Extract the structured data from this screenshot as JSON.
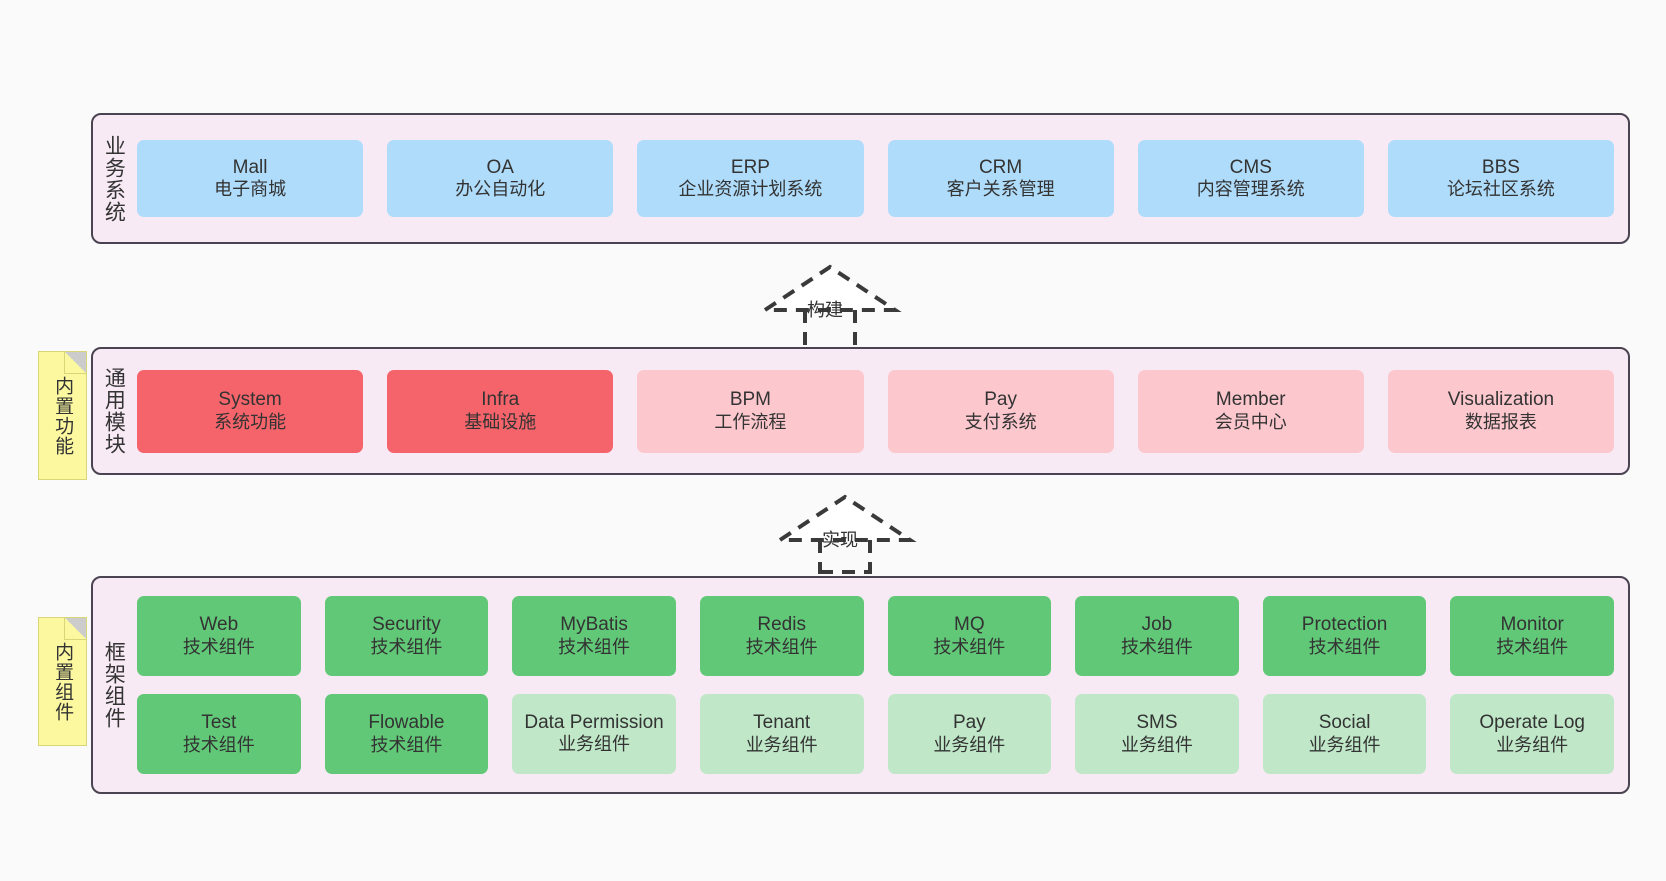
{
  "diagram": {
    "title": "系统架构分层图",
    "background": "#fafafa",
    "layer_fill": "#f8eaf4",
    "layer_border": "#4a4452",
    "note_fill": "#fbf8a0",
    "colors": {
      "blue": "#afdcfa",
      "red_strong": "#f4646a",
      "red_light": "#fcc8ce",
      "green_strong": "#61c878",
      "green_light": "#c0e8c8"
    }
  },
  "layers": [
    {
      "id": "business-system",
      "title": "业务系统",
      "note": null,
      "rows": [
        {
          "cards": [
            {
              "title": "Mall",
              "sub": "电子商城",
              "color": "blue"
            },
            {
              "title": "OA",
              "sub": "办公自动化",
              "color": "blue"
            },
            {
              "title": "ERP",
              "sub": "企业资源计划系统",
              "color": "blue"
            },
            {
              "title": "CRM",
              "sub": "客户关系管理",
              "color": "blue"
            },
            {
              "title": "CMS",
              "sub": "内容管理系统",
              "color": "blue"
            },
            {
              "title": "BBS",
              "sub": "论坛社区系统",
              "color": "blue"
            }
          ]
        }
      ]
    },
    {
      "id": "common-module",
      "title": "通用模块",
      "note": "内置功能",
      "rows": [
        {
          "cards": [
            {
              "title": "System",
              "sub": "系统功能",
              "color": "red_strong"
            },
            {
              "title": "Infra",
              "sub": "基础设施",
              "color": "red_strong"
            },
            {
              "title": "BPM",
              "sub": "工作流程",
              "color": "red_light"
            },
            {
              "title": "Pay",
              "sub": "支付系统",
              "color": "red_light"
            },
            {
              "title": "Member",
              "sub": "会员中心",
              "color": "red_light"
            },
            {
              "title": "Visualization",
              "sub": "数据报表",
              "color": "red_light"
            }
          ]
        }
      ]
    },
    {
      "id": "framework-component",
      "title": "框架组件",
      "note": "内置组件",
      "rows": [
        {
          "cards": [
            {
              "title": "Web",
              "sub": "技术组件",
              "color": "green_strong"
            },
            {
              "title": "Security",
              "sub": "技术组件",
              "color": "green_strong"
            },
            {
              "title": "MyBatis",
              "sub": "技术组件",
              "color": "green_strong"
            },
            {
              "title": "Redis",
              "sub": "技术组件",
              "color": "green_strong"
            },
            {
              "title": "MQ",
              "sub": "技术组件",
              "color": "green_strong"
            },
            {
              "title": "Job",
              "sub": "技术组件",
              "color": "green_strong"
            },
            {
              "title": "Protection",
              "sub": "技术组件",
              "color": "green_strong"
            },
            {
              "title": "Monitor",
              "sub": "技术组件",
              "color": "green_strong"
            }
          ]
        },
        {
          "cards": [
            {
              "title": "Test",
              "sub": "技术组件",
              "color": "green_strong"
            },
            {
              "title": "Flowable",
              "sub": "技术组件",
              "color": "green_strong"
            },
            {
              "title": "Data Permission",
              "sub": "业务组件",
              "color": "green_light"
            },
            {
              "title": "Tenant",
              "sub": "业务组件",
              "color": "green_light"
            },
            {
              "title": "Pay",
              "sub": "业务组件",
              "color": "green_light"
            },
            {
              "title": "SMS",
              "sub": "业务组件",
              "color": "green_light"
            },
            {
              "title": "Social",
              "sub": "业务组件",
              "color": "green_light"
            },
            {
              "title": "Operate Log",
              "sub": "业务组件",
              "color": "green_light"
            }
          ]
        }
      ]
    }
  ],
  "connectors": [
    {
      "id": "build",
      "label": "构建",
      "from": "common-module",
      "to": "business-system"
    },
    {
      "id": "implement",
      "label": "实现",
      "from": "framework-component",
      "to": "common-module"
    }
  ]
}
